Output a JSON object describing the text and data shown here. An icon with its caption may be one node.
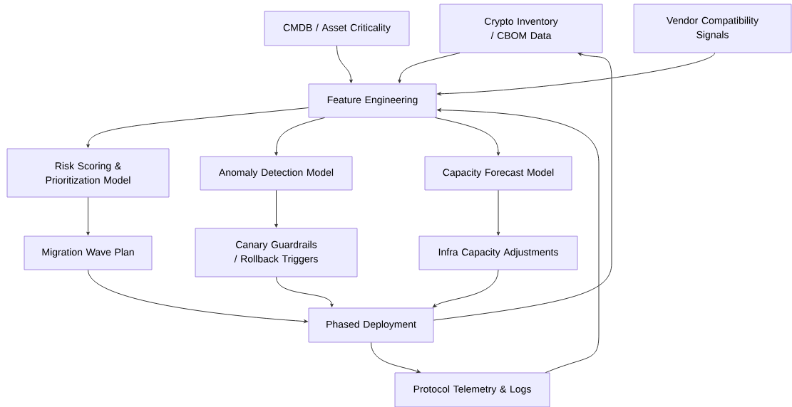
{
  "diagram": {
    "nodes": [
      {
        "text": [
          "CMDB / Asset Criticality"
        ]
      },
      {
        "text": [
          "Crypto Inventory / CBOM Data"
        ]
      },
      {
        "text": [
          "Vendor Compatibility Signals"
        ]
      },
      {
        "text": [
          "Feature Engineering"
        ]
      },
      {
        "text": [
          "Risk Scoring & Prioritization Model"
        ]
      },
      {
        "text": [
          "Anomaly Detection Model"
        ]
      },
      {
        "text": [
          "Capacity Forecast Model"
        ]
      },
      {
        "text": [
          "Migration Wave Plan"
        ]
      },
      {
        "text": [
          "Canary Guardrails / Rollback Triggers"
        ]
      },
      {
        "text": [
          "Infra Capacity Adjustments"
        ]
      },
      {
        "text": [
          "Phased Deployment"
        ]
      },
      {
        "text": [
          "Protocol Telemetry & Logs"
        ]
      }
    ],
    "edges": [
      {
        "from": 0,
        "to": 3,
        "arrow": "to"
      },
      {
        "from": 1,
        "to": 3,
        "arrow": "to"
      },
      {
        "from": 2,
        "to": 3,
        "arrow": "to"
      },
      {
        "from": 3,
        "to": 4,
        "arrow": "to"
      },
      {
        "from": 3,
        "to": 5,
        "arrow": "to"
      },
      {
        "from": 3,
        "to": 6,
        "arrow": "to"
      },
      {
        "from": 4,
        "to": 7,
        "arrow": "to"
      },
      {
        "from": 5,
        "to": 8,
        "arrow": "to"
      },
      {
        "from": 6,
        "to": 9,
        "arrow": "to"
      },
      {
        "from": 7,
        "to": 10,
        "arrow": "to"
      },
      {
        "from": 8,
        "to": 10,
        "arrow": "to"
      },
      {
        "from": 9,
        "to": 10,
        "arrow": "to"
      },
      {
        "from": 10,
        "to": 11,
        "arrow": "to"
      },
      {
        "from": 11,
        "to": 3,
        "arrow": "to"
      },
      {
        "from": 10,
        "to": 1,
        "arrow": "to"
      }
    ]
  }
}
